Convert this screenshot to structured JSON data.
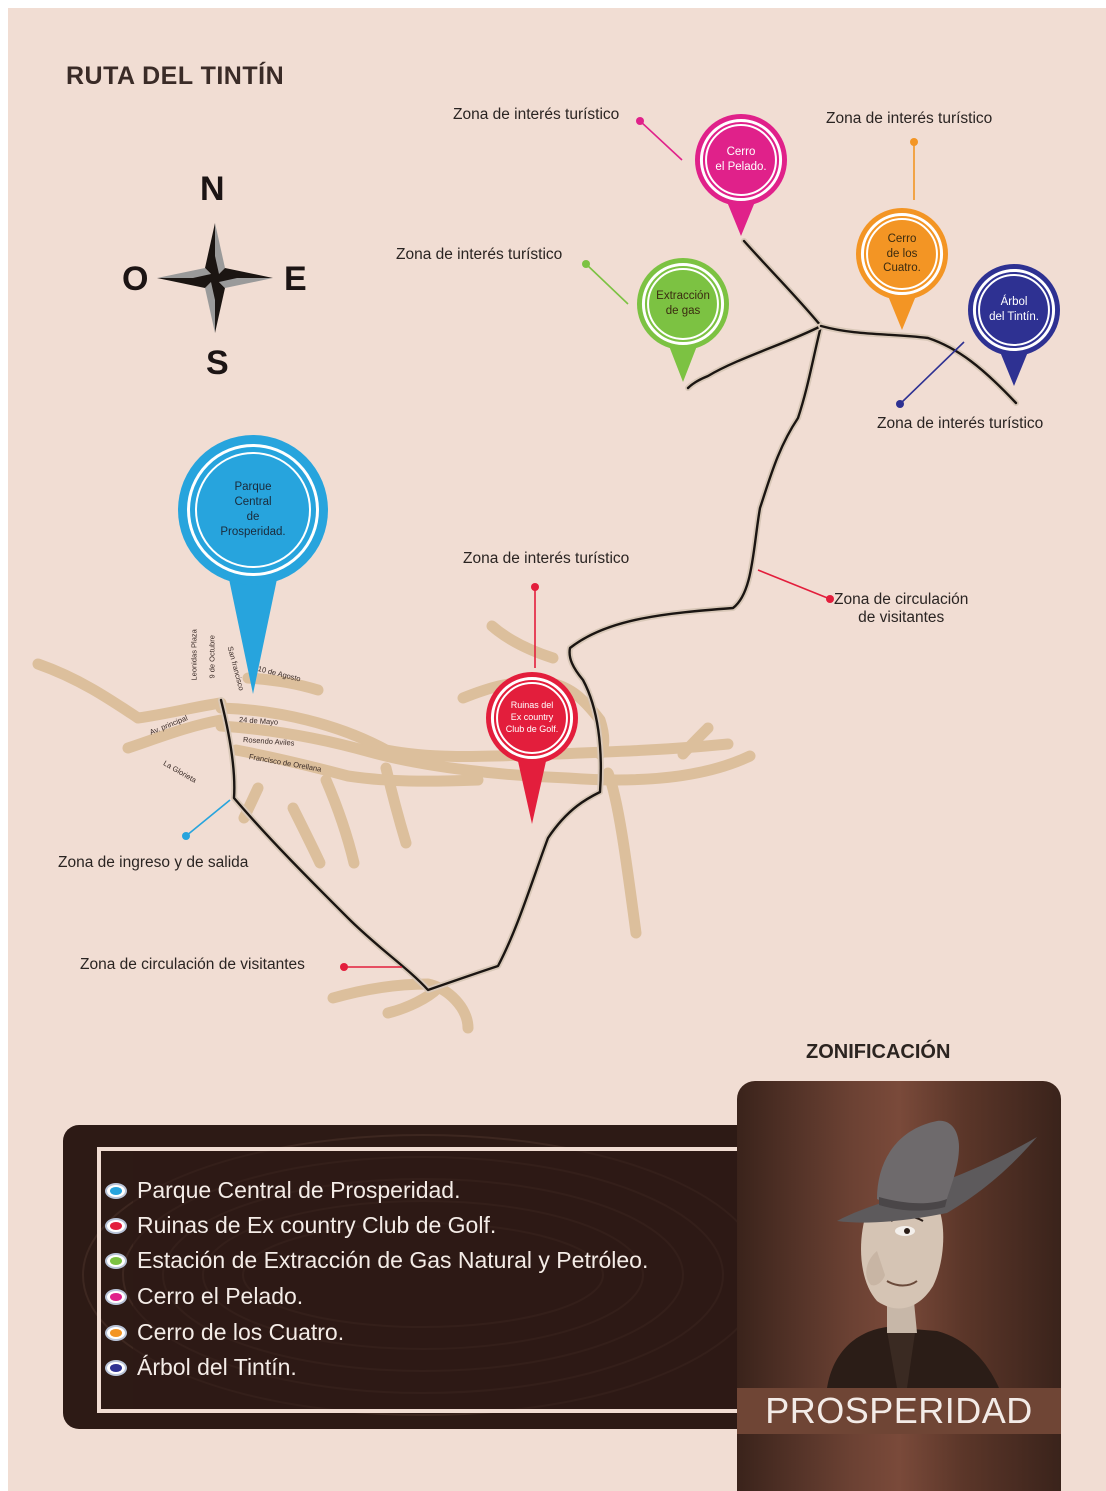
{
  "title": "RUTA DEL TINTÍN",
  "compass": {
    "north": "N",
    "south": "S",
    "east": "E",
    "west": "O"
  },
  "pins": [
    {
      "label": "Cerro\nel Pelado.",
      "color": "#e0218a",
      "kind": "small"
    },
    {
      "label": "Extracción\nde gas",
      "color": "#7cc242",
      "kind": "small"
    },
    {
      "label": "Cerro\nde los\nCuatro.",
      "color": "#f39524",
      "kind": "small"
    },
    {
      "label": "Árbol\ndel Tintín.",
      "color": "#2e3192",
      "kind": "small"
    },
    {
      "label": "Parque\nCentral\nde\nProsperidad.",
      "color": "#27a4dd",
      "kind": "large"
    },
    {
      "label": "Ruinas del\nEx country\nClub de Golf.",
      "color": "#e31e3c",
      "kind": "small"
    }
  ],
  "callouts": {
    "pelado": "Zona de interés turístico",
    "cuatro": "Zona de interés turístico",
    "gas": "Zona de interés turístico",
    "arbol": "Zona de interés turístico",
    "ruinas": "Zona de interés turístico",
    "circulacion_right": "Zona de circulación\nde visitantes",
    "ingreso": "Zona de ingreso y de salida",
    "circulacion_left": "Zona de circulación de visitantes"
  },
  "streets": {
    "leonidas_plaza": "Leonidas Plaza",
    "nueve_octubre": "9 de Octubre",
    "san_francisco": "San francisco",
    "diez_agosto": "10 de Agosto",
    "av_principal": "Av. principal",
    "veinticuatro_mayo": "24 de Mayo",
    "rosendo_avilez": "Rosendo Aviles",
    "francisco_orellana": "Francisco de Orellana",
    "la_glorieta": "La Glorieta"
  },
  "legend": {
    "heading": "ZONIFICACIÓN",
    "items": [
      {
        "label": "Parque Central de Prosperidad.",
        "color": "#27a4dd"
      },
      {
        "label": "Ruinas de Ex country Club de Golf.",
        "color": "#e31e3c"
      },
      {
        "label": "Estación de Extracción de Gas Natural y Petróleo.",
        "color": "#7cc242"
      },
      {
        "label": "Cerro el Pelado.",
        "color": "#e0218a"
      },
      {
        "label": "Cerro de los  Cuatro.",
        "color": "#f39524"
      },
      {
        "label": "Árbol del Tintín.",
        "color": "#2e3192"
      }
    ]
  },
  "brand": "PROSPERIDAD"
}
